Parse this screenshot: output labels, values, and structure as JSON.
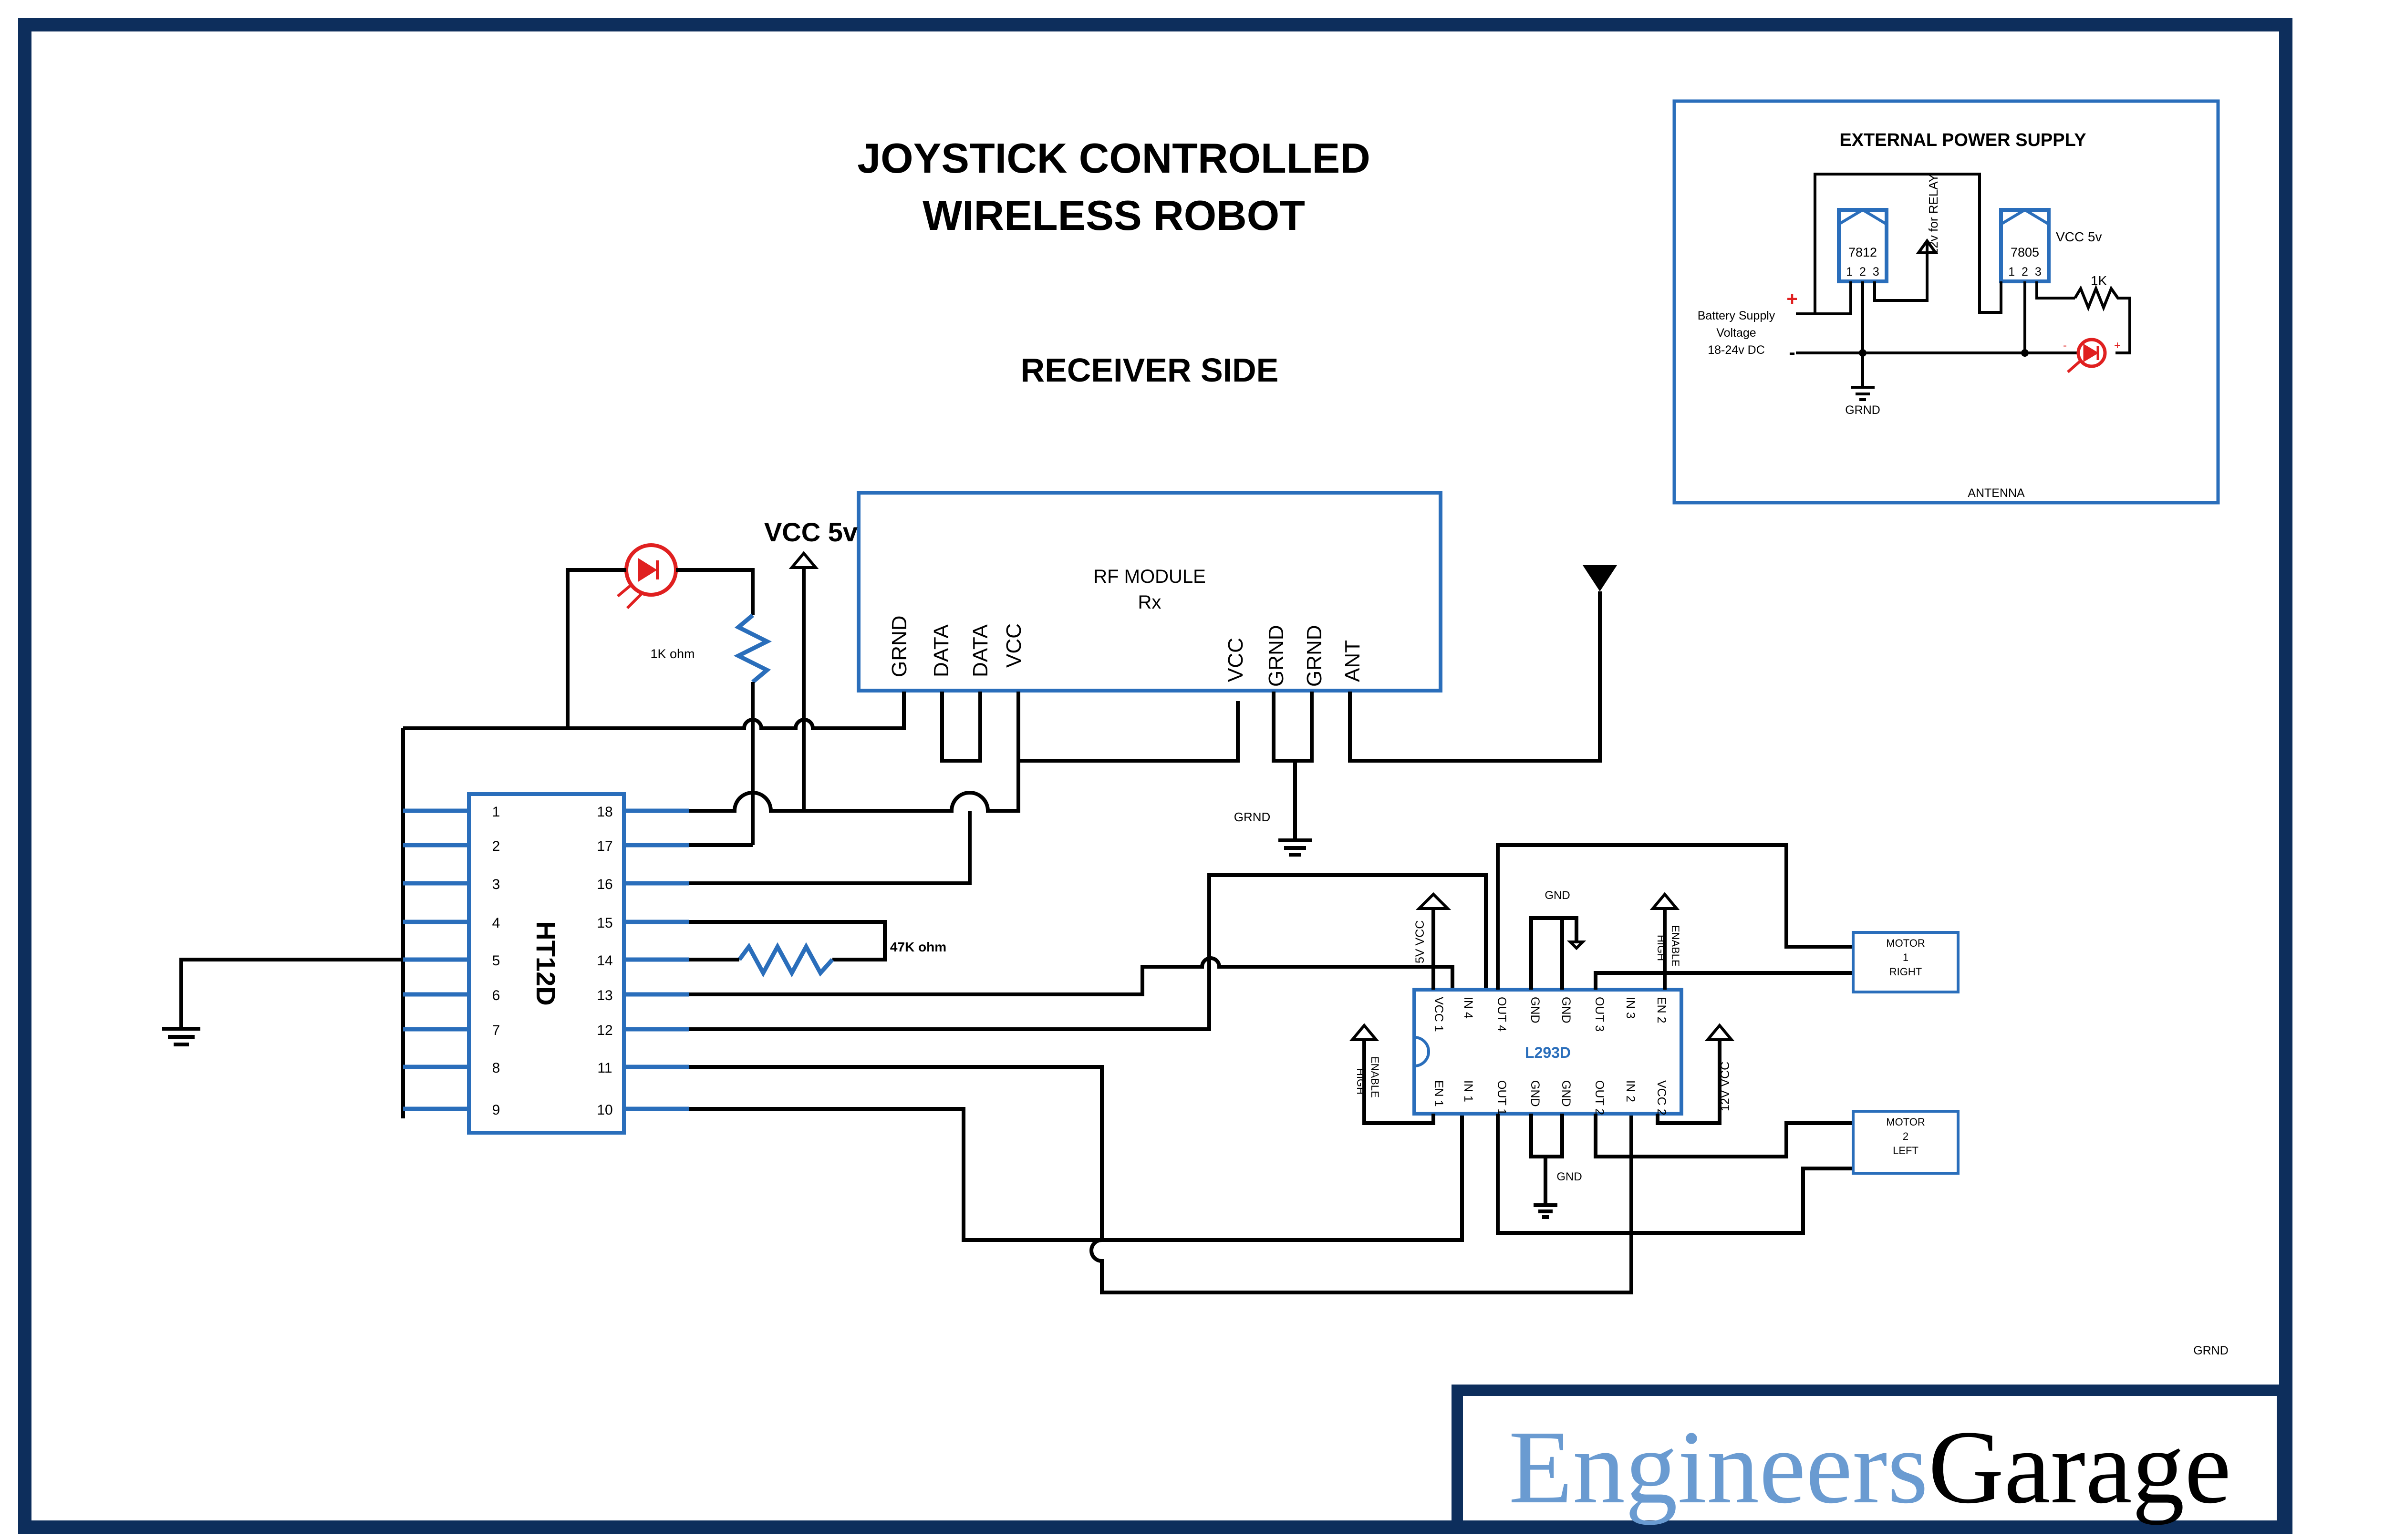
{
  "title": {
    "line1": "JOYSTICK CONTROLLED",
    "line2": "WIRELESS ROBOT",
    "subtitle": "RECEIVER SIDE"
  },
  "supply_box": {
    "title": "EXTERNAL POWER SUPPLY",
    "reg1": "7812",
    "reg2": "7805",
    "pins": "1  2  3",
    "relay_label": "12v for RELAY",
    "vcc_label": "VCC 5v",
    "res_label": "1K",
    "battery": [
      "Battery Supply",
      "Voltage",
      "18-24v DC"
    ],
    "plus": "+",
    "minus": "-",
    "led_minus": "-",
    "led_plus": "+",
    "gnd": "GRND",
    "antenna": "ANTENNA"
  },
  "rf": {
    "name": "RF MODULE",
    "sub": "Rx",
    "pins_left": [
      "GRND",
      "DATA",
      "DATA",
      "VCC"
    ],
    "pins_right": [
      "VCC",
      "GRND",
      "GRND",
      "ANT"
    ]
  },
  "vcc_top": "VCC 5v",
  "res1": "1K ohm",
  "res2": "47K ohm",
  "grnd_rf": "GRND",
  "ht12d": {
    "name": "HT12D",
    "left_pins": [
      "1",
      "2",
      "3",
      "4",
      "5",
      "6",
      "7",
      "8",
      "9"
    ],
    "right_pins": [
      "18",
      "17",
      "16",
      "15",
      "14",
      "13",
      "12",
      "11",
      "10"
    ]
  },
  "l293d": {
    "name": "L293D",
    "top_pins": [
      "VCC 1",
      "IN 4",
      "OUT 4",
      "GND",
      "GND",
      "OUT 3",
      "IN 3",
      "EN 2"
    ],
    "bottom_pins": [
      "EN 1",
      "IN 1",
      "OUT 1",
      "GND",
      "GND",
      "OUT 2",
      "IN 2",
      "VCC 2"
    ],
    "vcc5_label": "5V VCC",
    "enable_top": [
      "ENABLE",
      "HIGH"
    ],
    "enable_bot": [
      "ENABLE",
      "HIGH"
    ],
    "vcc12_label": "12V VCC",
    "gnd_top": "GND",
    "gnd_bot": "GND"
  },
  "motor1": [
    "MOTOR",
    "1",
    "RIGHT"
  ],
  "motor2": [
    "MOTOR",
    "2",
    "LEFT"
  ],
  "grnd_corner": "GRND",
  "logo": {
    "part1": "Engineers",
    "part2": "Garage"
  },
  "colors": {
    "frame": "#0d2e5c",
    "blue": "#2a6ebb",
    "red": "#e02020",
    "logo_light": "#6a9bd1"
  }
}
